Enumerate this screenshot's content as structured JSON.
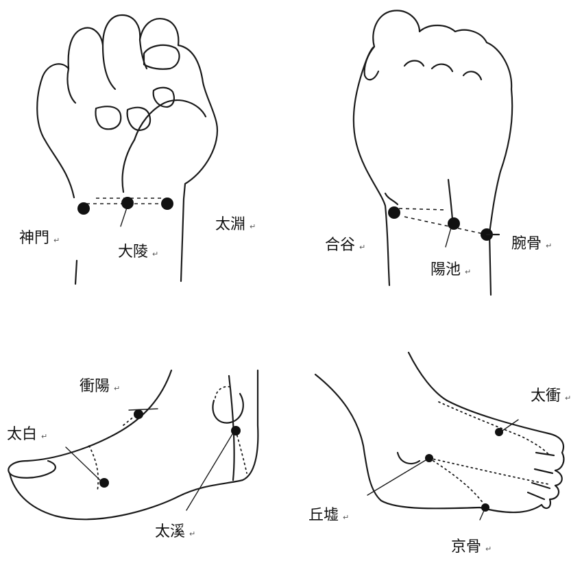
{
  "ink_color": "#111111",
  "background": "#ffffff",
  "return_mark": "↵",
  "panels": [
    {
      "id": "palm-side-wrist",
      "points": [
        "神門",
        "大陵",
        "太淵"
      ]
    },
    {
      "id": "back-of-hand-wrist",
      "points": [
        "合谷",
        "陽池",
        "腕骨"
      ]
    },
    {
      "id": "inner-foot",
      "points": [
        "衝陽",
        "太白",
        "太溪"
      ]
    },
    {
      "id": "outer-foot",
      "points": [
        "太衝",
        "丘墟",
        "京骨"
      ]
    }
  ],
  "labels": {
    "shenmen": "神門",
    "daling": "大陵",
    "taiyuan": "太淵",
    "hegu": "合谷",
    "yangchi": "陽池",
    "wangu": "腕骨",
    "chongyang": "衝陽",
    "taibai": "太白",
    "taixi": "太溪",
    "taichong": "太衝",
    "qiuxu": "丘墟",
    "jinggu": "京骨"
  }
}
